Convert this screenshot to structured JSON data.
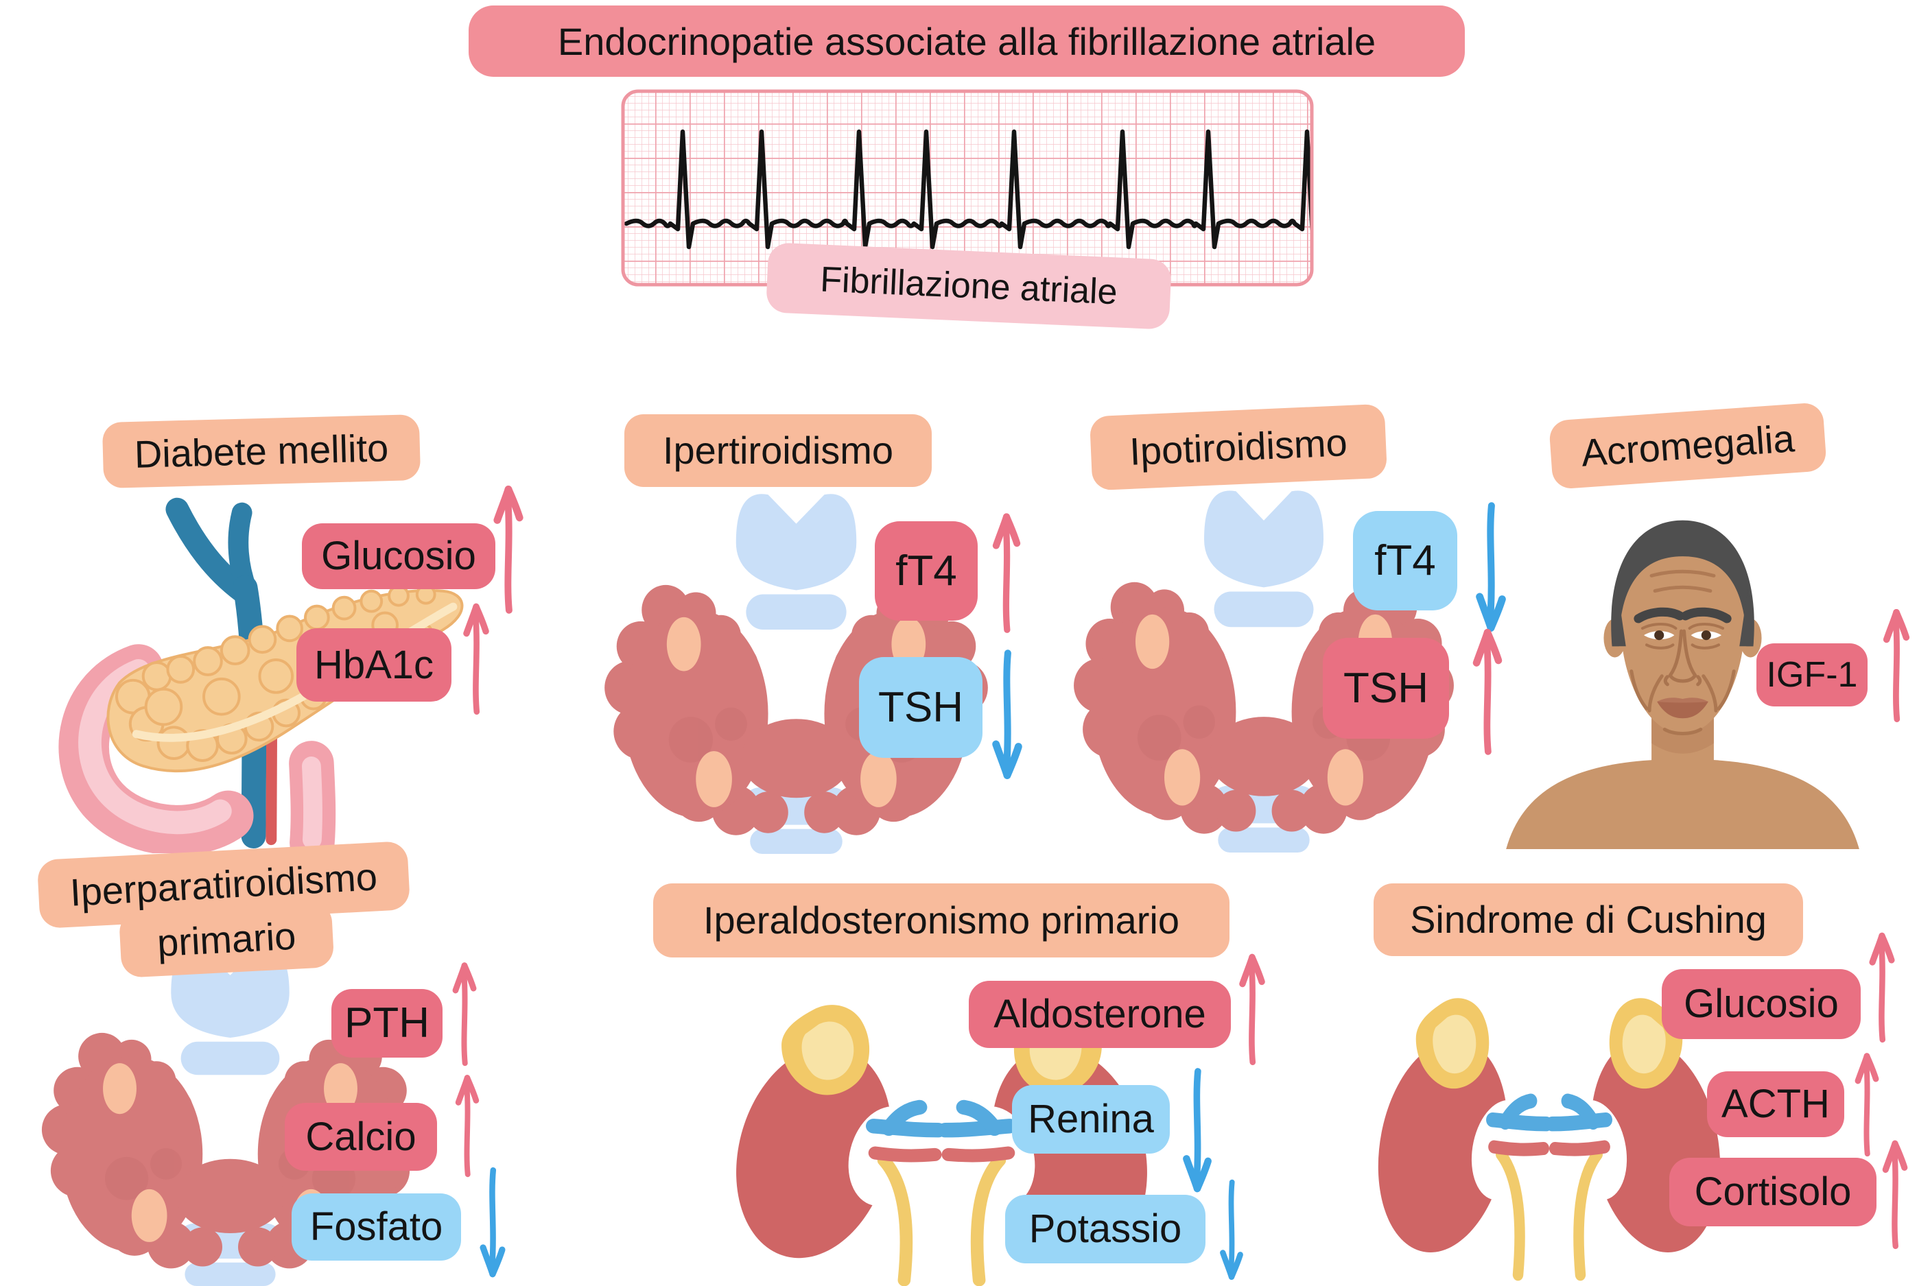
{
  "title": "Endocrinopatie associate alla fibrillazione atriale",
  "ecg": {
    "caption": "Fibrillazione atriale"
  },
  "colors": {
    "title_badge": "#F28F98",
    "caption_badge": "#F8C7D0",
    "label_badge": "#F8BB9C",
    "high_badge": "#E97082",
    "low_badge": "#99D6F7",
    "arrow_up": "#EA7286",
    "arrow_down": "#3EA4E4",
    "text": "#141414",
    "ecg_grid_minor": "#F6C6CC",
    "ecg_grid_major": "#EFA3AD",
    "ecg_border": "#EE96A1",
    "ecg_trace": "#141414"
  },
  "panels": [
    {
      "id": "diabete-mellito",
      "label": "Diabete mellito",
      "organ": "pancreas",
      "markers": [
        {
          "text": "Glucosio",
          "direction": "up"
        },
        {
          "text": "HbA1c",
          "direction": "up"
        }
      ]
    },
    {
      "id": "ipertiroidismo",
      "label": "Ipertiroidismo",
      "organ": "thyroid",
      "markers": [
        {
          "text": "fT4",
          "direction": "up"
        },
        {
          "text": "TSH",
          "direction": "down"
        }
      ]
    },
    {
      "id": "ipotiroidismo",
      "label": "Ipotiroidismo",
      "organ": "thyroid",
      "markers": [
        {
          "text": "fT4",
          "direction": "down"
        },
        {
          "text": "TSH",
          "direction": "up"
        }
      ]
    },
    {
      "id": "acromegalia",
      "label": "Acromegalia",
      "organ": "face",
      "markers": [
        {
          "text": "IGF-1",
          "direction": "up"
        }
      ]
    },
    {
      "id": "iperparatiroidismo-primario",
      "label": "Iperparatiroidismo primario",
      "label_lines": [
        "Iperparatiroidismo",
        "primario"
      ],
      "organ": "thyroid-parathyroid",
      "markers": [
        {
          "text": "PTH",
          "direction": "up"
        },
        {
          "text": "Calcio",
          "direction": "up"
        },
        {
          "text": "Fosfato",
          "direction": "down"
        }
      ]
    },
    {
      "id": "iperaldosteronismo-primario",
      "label": "Iperaldosteronismo primario",
      "organ": "kidneys-adrenal",
      "markers": [
        {
          "text": "Aldosterone",
          "direction": "up"
        },
        {
          "text": "Renina",
          "direction": "down"
        },
        {
          "text": "Potassio",
          "direction": "down"
        }
      ]
    },
    {
      "id": "sindrome-di-cushing",
      "label": "Sindrome di Cushing",
      "organ": "kidneys-adrenal",
      "markers": [
        {
          "text": "Glucosio",
          "direction": "up"
        },
        {
          "text": "ACTH",
          "direction": "up"
        },
        {
          "text": "Cortisolo",
          "direction": "up"
        }
      ]
    }
  ]
}
